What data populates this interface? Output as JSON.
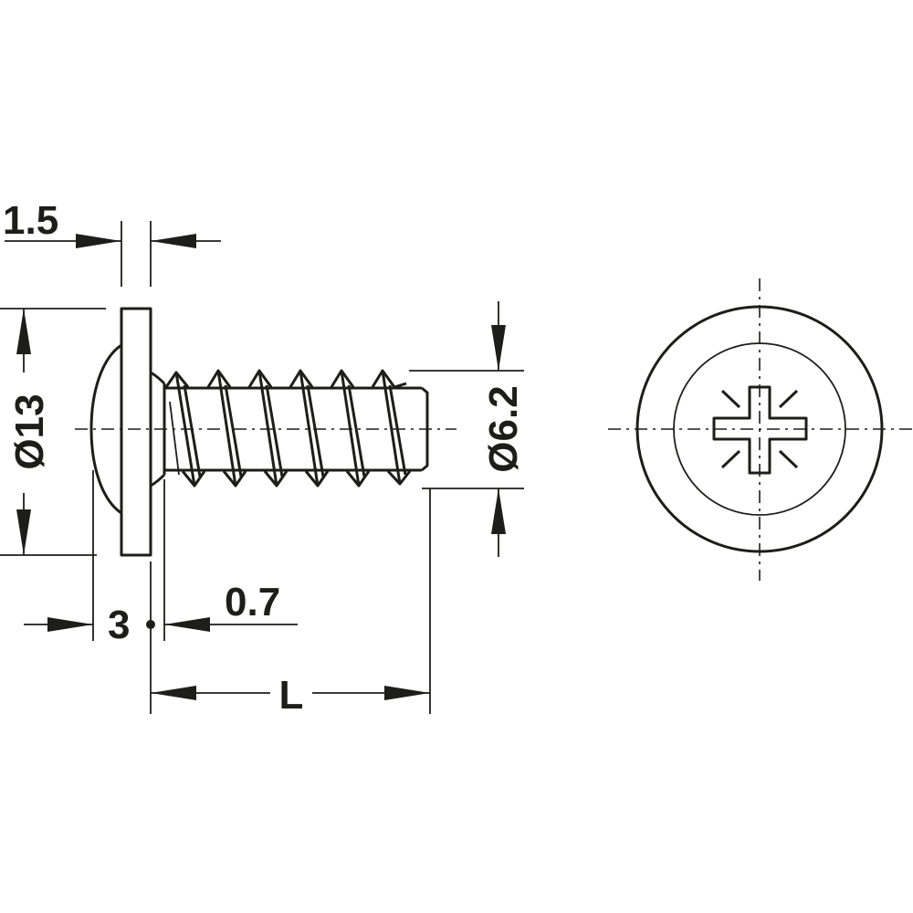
{
  "diagram": {
    "dimensions": {
      "flange_thickness": "1.5",
      "head_diameter": "Ø13",
      "thread_diameter": "Ø6.2",
      "head_height": "3",
      "neck_length": "0.7",
      "length": "L"
    },
    "colors": {
      "line": "#1d1d1b",
      "background": "#ffffff"
    }
  }
}
